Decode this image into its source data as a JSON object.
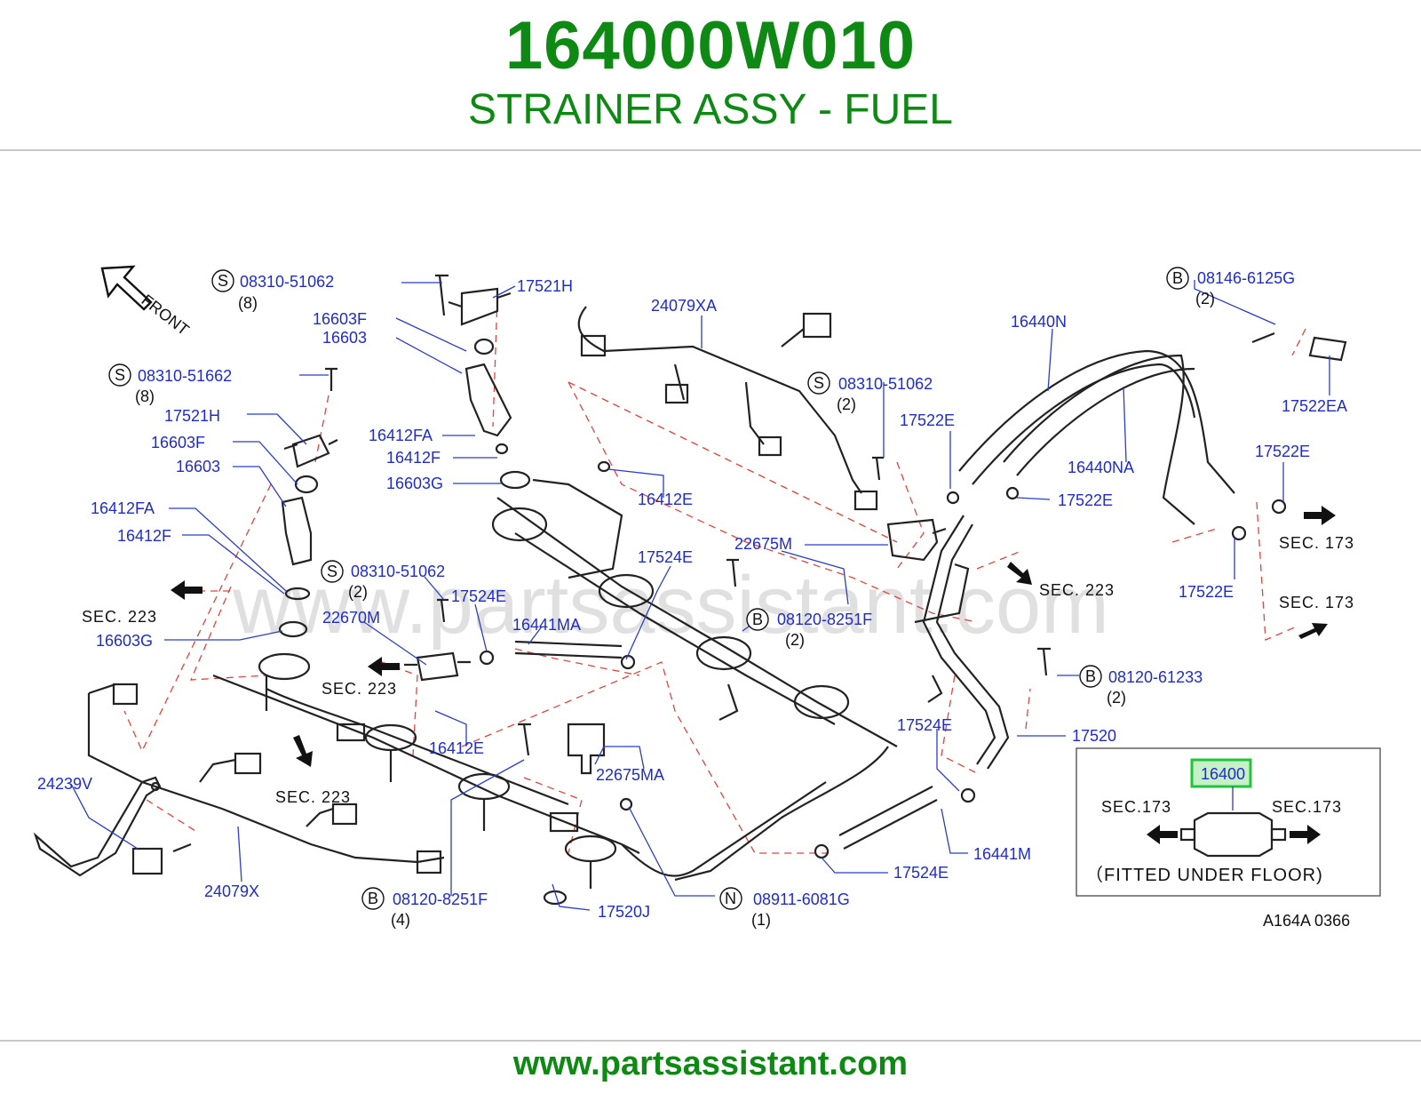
{
  "header": {
    "part_number": "164000W010",
    "description": "STRAINER ASSY - FUEL"
  },
  "footer": {
    "url": "www.partsassistant.com"
  },
  "watermark": "www.partsassistant.com",
  "orientation": {
    "label": "FRONT"
  },
  "figure_code": "A164A   0366",
  "colors": {
    "brand_green": "#0e8a14",
    "label_blue": "#1f2bd0",
    "highlight_green": "#22c43a",
    "leader_red": "#e0443c"
  },
  "badges": {
    "s": "S",
    "b": "B",
    "n": "N"
  },
  "callouts": {
    "c_s_08310_51062_a": "08310-51062",
    "c_s_08310_51062_a_qty": "(8)",
    "c_17521h_a": "17521H",
    "c_16603f_a": "16603F",
    "c_16603_a": "16603",
    "c_s_08310_51662": "08310-51662",
    "c_s_08310_51662_qty": "(8)",
    "c_17521h_b": "17521H",
    "c_16603f_b": "16603F",
    "c_16603_b": "16603",
    "c_16412fa_a": "16412FA",
    "c_16412f_a": "16412F",
    "c_16603g_a": "16603G",
    "c_16412fa_b": "16412FA",
    "c_16412f_b": "16412F",
    "c_16603g_b": "16603G",
    "c_24079xa": "24079XA",
    "c_16412e_a": "16412E",
    "c_17524e_a": "17524E",
    "c_22675m": "22675M",
    "c_s_08310_51062_b": "08310-51062",
    "c_s_08310_51062_b_qty": "(2)",
    "c_17524e_b": "17524E",
    "c_16441ma": "16441MA",
    "c_22670m": "22670M",
    "c_b_08120_8251f_a": "08120-8251F",
    "c_b_08120_8251f_a_qty": "(2)",
    "c_16412e_b": "16412E",
    "c_22675ma": "22675MA",
    "c_24239v": "24239V",
    "c_24079x": "24079X",
    "c_b_08120_8251f_b": "08120-8251F",
    "c_b_08120_8251f_b_qty": "(4)",
    "c_17520j": "17520J",
    "c_n_08911_6081g": "08911-6081G",
    "c_n_08911_6081g_qty": "(1)",
    "c_s_08310_51062_c": "08310-51062",
    "c_s_08310_51062_c_qty": "(2)",
    "c_17522e_a": "17522E",
    "c_17522e_b": "17522E",
    "c_16440n": "16440N",
    "c_16440na": "16440NA",
    "c_b_08146_6125g": "08146-6125G",
    "c_b_08146_6125g_qty": "(2)",
    "c_17522ea": "17522EA",
    "c_17522e_c": "17522E",
    "c_17522e_d": "17522E",
    "c_b_08120_61233": "08120-61233",
    "c_b_08120_61233_qty": "(2)",
    "c_17524e_c": "17524E",
    "c_17520": "17520",
    "c_16441m": "16441M",
    "c_17524e_d": "17524E"
  },
  "section_refs": {
    "sec223_left": "SEC.  223",
    "sec223_mid": "SEC.  223",
    "sec223_low": "SEC.  223",
    "sec223_right": "SEC.  223",
    "sec173_a": "SEC.  173",
    "sec173_b": "SEC.  173"
  },
  "inset": {
    "part_number": "16400",
    "sec_left": "SEC.173",
    "sec_right": "SEC.173",
    "note": "（FITTED  UNDER  FLOOR)"
  }
}
